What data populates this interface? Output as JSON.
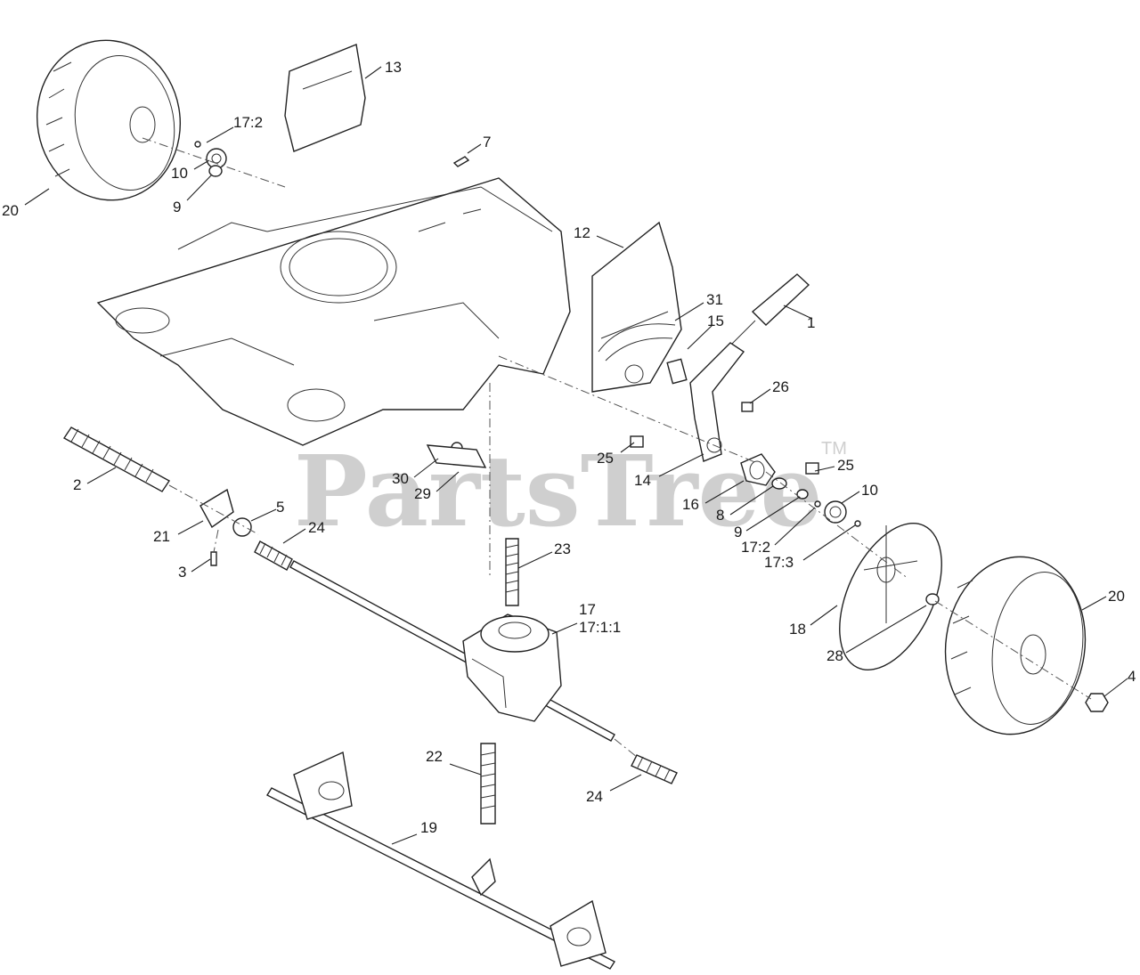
{
  "watermark": {
    "text": "PartsTree",
    "tm": "TM"
  },
  "callouts": [
    {
      "id": "c1",
      "text": "1"
    },
    {
      "id": "c2",
      "text": "2"
    },
    {
      "id": "c3",
      "text": "3"
    },
    {
      "id": "c4",
      "text": "4"
    },
    {
      "id": "c5",
      "text": "5"
    },
    {
      "id": "c7",
      "text": "7"
    },
    {
      "id": "c8",
      "text": "8"
    },
    {
      "id": "c9a",
      "text": "9"
    },
    {
      "id": "c9b",
      "text": "9"
    },
    {
      "id": "c10a",
      "text": "10"
    },
    {
      "id": "c10b",
      "text": "10"
    },
    {
      "id": "c12",
      "text": "12"
    },
    {
      "id": "c13",
      "text": "13"
    },
    {
      "id": "c14",
      "text": "14"
    },
    {
      "id": "c15",
      "text": "15"
    },
    {
      "id": "c16",
      "text": "16"
    },
    {
      "id": "c17",
      "text": "17"
    },
    {
      "id": "c1711",
      "text": "17:1:1"
    },
    {
      "id": "c172a",
      "text": "17:2"
    },
    {
      "id": "c172b",
      "text": "17:2"
    },
    {
      "id": "c173",
      "text": "17:3"
    },
    {
      "id": "c18",
      "text": "18"
    },
    {
      "id": "c19",
      "text": "19"
    },
    {
      "id": "c20a",
      "text": "20"
    },
    {
      "id": "c20b",
      "text": "20"
    },
    {
      "id": "c21",
      "text": "21"
    },
    {
      "id": "c22",
      "text": "22"
    },
    {
      "id": "c23",
      "text": "23"
    },
    {
      "id": "c24a",
      "text": "24"
    },
    {
      "id": "c24b",
      "text": "24"
    },
    {
      "id": "c25a",
      "text": "25"
    },
    {
      "id": "c25b",
      "text": "25"
    },
    {
      "id": "c26",
      "text": "26"
    },
    {
      "id": "c28",
      "text": "28"
    },
    {
      "id": "c29",
      "text": "29"
    },
    {
      "id": "c30",
      "text": "30"
    },
    {
      "id": "c31",
      "text": "31"
    }
  ]
}
